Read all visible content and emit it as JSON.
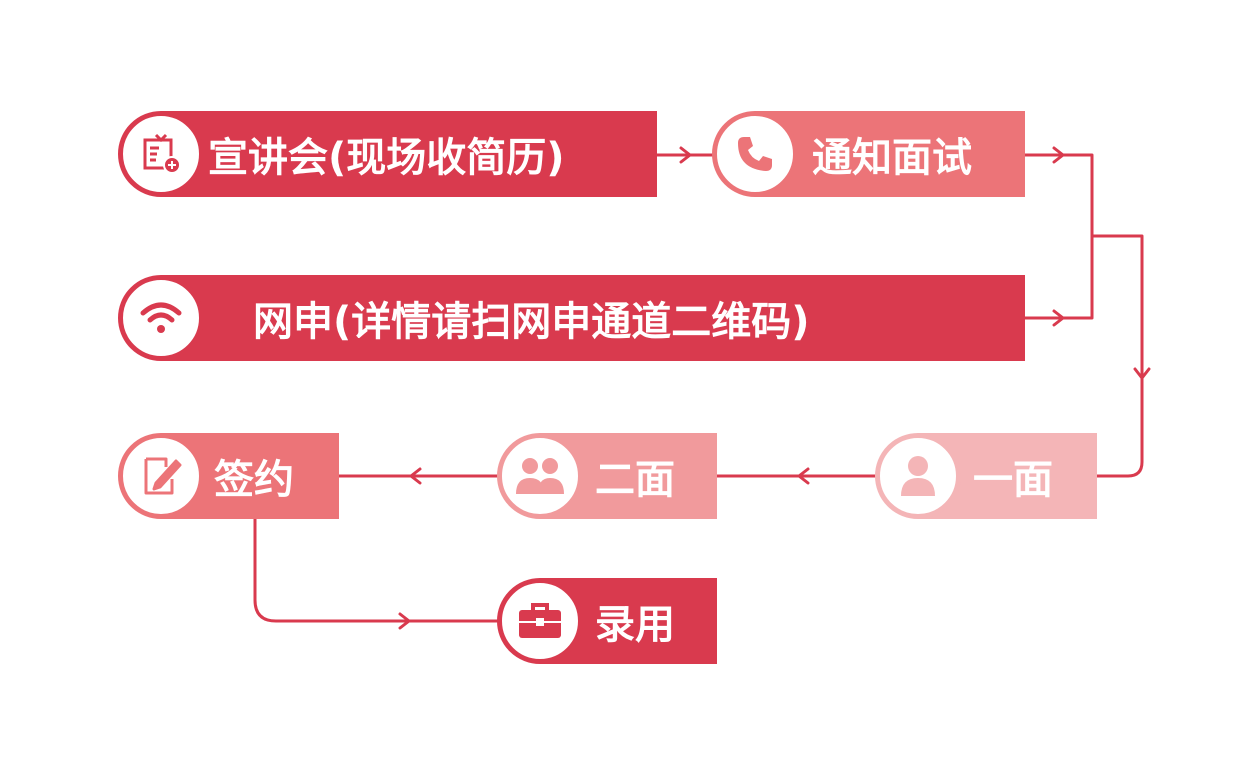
{
  "colors": {
    "dark": "#d93a4e",
    "mid": "#ec7478",
    "light": "#f19a9c",
    "pale": "#f4b5b7",
    "line": "#d93a4e"
  },
  "nodes": {
    "careers_talk": {
      "label": "宣讲会(现场收简历)",
      "icon": "notice-board-icon"
    },
    "notify_interview": {
      "label": "通知面试",
      "icon": "phone-icon"
    },
    "online_apply": {
      "label": "网申(详情请扫网申通道二维码)",
      "icon": "wifi-icon"
    },
    "first_interview": {
      "label": "一面",
      "icon": "person-icon"
    },
    "second_interview": {
      "label": "二面",
      "icon": "group-icon"
    },
    "sign_contract": {
      "label": "签约",
      "icon": "pen-document-icon"
    },
    "hired": {
      "label": "录用",
      "icon": "briefcase-icon"
    }
  }
}
